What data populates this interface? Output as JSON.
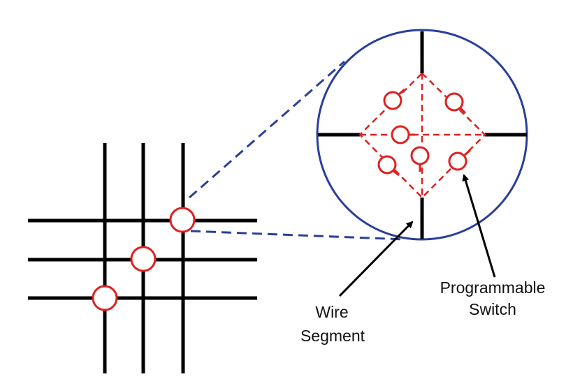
{
  "labels": {
    "wire_segment_line1": "Wire",
    "wire_segment_line2": "Segment",
    "programmable_switch_line1": "Programmable",
    "programmable_switch_line2": "Switch"
  },
  "colors": {
    "wire": "#000000",
    "switch": "#e02020",
    "zoom": "#2a3f9a",
    "background": "#ffffff"
  },
  "icons": {
    "switch": "circle-switch",
    "arrow": "arrow-pointer"
  }
}
